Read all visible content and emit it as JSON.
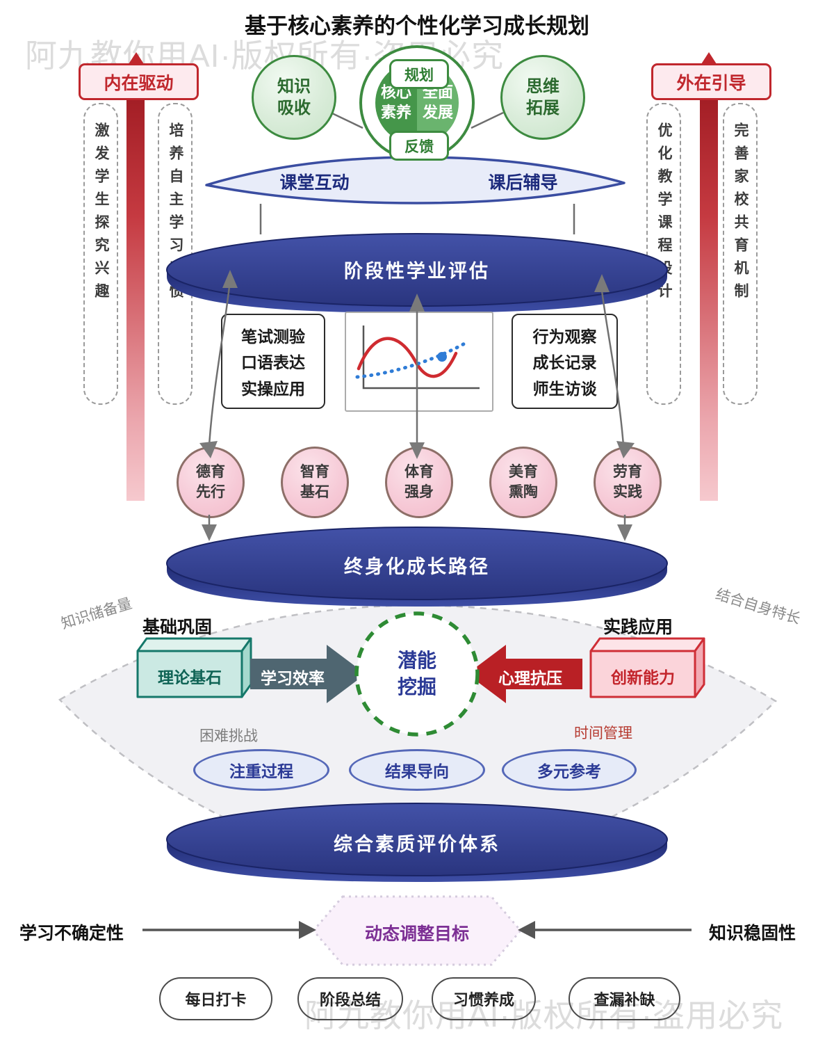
{
  "watermark": "阿九教你用AI·版权所有·盗用必究",
  "title": "基于核心素养的个性化学习成长规划",
  "drivers": {
    "left": {
      "label": "内在驱动",
      "col1": "激发学生探究兴趣",
      "col2": "培养自主学习习惯"
    },
    "right": {
      "label": "外在引导",
      "col1": "优化教学课程设计",
      "col2": "完善家校共育机制"
    }
  },
  "core": {
    "left_circle": "知识吸收",
    "right_circle": "思维拓展",
    "top_badge": "规划",
    "bottom_badge": "反馈",
    "half_left": "核心素养",
    "half_right": "全面发展"
  },
  "lens": {
    "left": "课堂互动",
    "right": "课后辅导"
  },
  "discs": {
    "assessment": "阶段性学业评估",
    "lifelong": "终身化成长路径",
    "evaluation": "综合素质评价体系"
  },
  "methods": {
    "written": [
      "笔试测验",
      "口语表达",
      "实操应用"
    ],
    "observe": [
      "行为观察",
      "成长记录",
      "师生访谈"
    ]
  },
  "five_edu": [
    "德育先行",
    "智育基石",
    "体育强身",
    "美育熏陶",
    "劳育实践"
  ],
  "middle": {
    "left_tag": "知识储备量",
    "right_tag": "结合自身特长",
    "left_heading": "基础巩固",
    "right_heading": "实践应用",
    "left_box": "理论基石",
    "right_box": "创新能力",
    "left_arrow": "学习效率",
    "right_arrow": "心理抗压",
    "center": "潜能挖掘",
    "left_note": "困难挑战",
    "right_note": "时间管理",
    "pills": [
      "注重过程",
      "结果导向",
      "多元参考"
    ]
  },
  "bottom": {
    "left_label": "学习不确定性",
    "right_label": "知识稳固性",
    "hexagon": "动态调整目标",
    "pills": [
      "每日打卡",
      "阶段总结",
      "习惯养成",
      "查漏补缺"
    ]
  },
  "colors": {
    "red": "#c0272d",
    "navy": "#2c3887",
    "green": "#3d8b40",
    "teal": "#15786a",
    "slate": "#4f6671",
    "purple": "#7c2f94",
    "pink": "#f2bccb"
  }
}
